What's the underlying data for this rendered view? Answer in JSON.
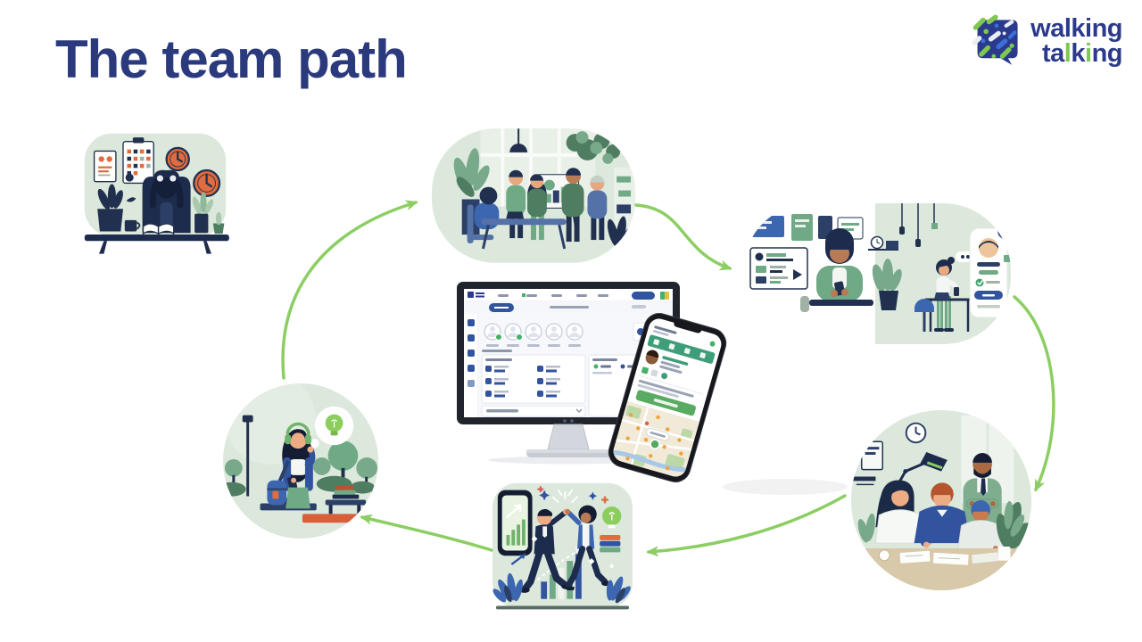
{
  "slide": {
    "title": "The team path"
  },
  "logo": {
    "icon_name": "walking-talking-logo-icon",
    "line1": "walking",
    "line2_parts": [
      {
        "text": "ta",
        "color": "navy"
      },
      {
        "text": "l",
        "color": "green"
      },
      {
        "text": "k",
        "color": "navy"
      },
      {
        "text": "i",
        "color": "green"
      },
      {
        "text": "ng",
        "color": "navy"
      }
    ]
  },
  "colors": {
    "title_navy": "#2b3a7d",
    "logo_navy": "#2b3a8c",
    "logo_green": "#7dc94e",
    "arrow_green": "#8cce63",
    "illustration_sage": "#dce8dc",
    "illustration_navy": "#21304e",
    "accent_orange": "#e06c3f"
  },
  "figures": [
    {
      "name": "overwhelmed-worker-illustration"
    },
    {
      "name": "team-discussion-illustration"
    },
    {
      "name": "mobile-checkin-illustration"
    },
    {
      "name": "dashboard-monitor-mockup"
    },
    {
      "name": "map-phone-mockup"
    },
    {
      "name": "team-meeting-table-illustration"
    },
    {
      "name": "high-five-success-illustration"
    },
    {
      "name": "walking-listening-woman-illustration"
    }
  ],
  "flow_arrows": [
    {
      "from": "walking-listening-woman",
      "to": "team-discussion"
    },
    {
      "from": "team-discussion",
      "to": "mobile-checkin"
    },
    {
      "from": "mobile-checkin",
      "to": "team-meeting-table"
    },
    {
      "from": "team-meeting-table",
      "to": "high-five-success"
    },
    {
      "from": "high-five-success",
      "to": "walking-listening-woman"
    }
  ]
}
